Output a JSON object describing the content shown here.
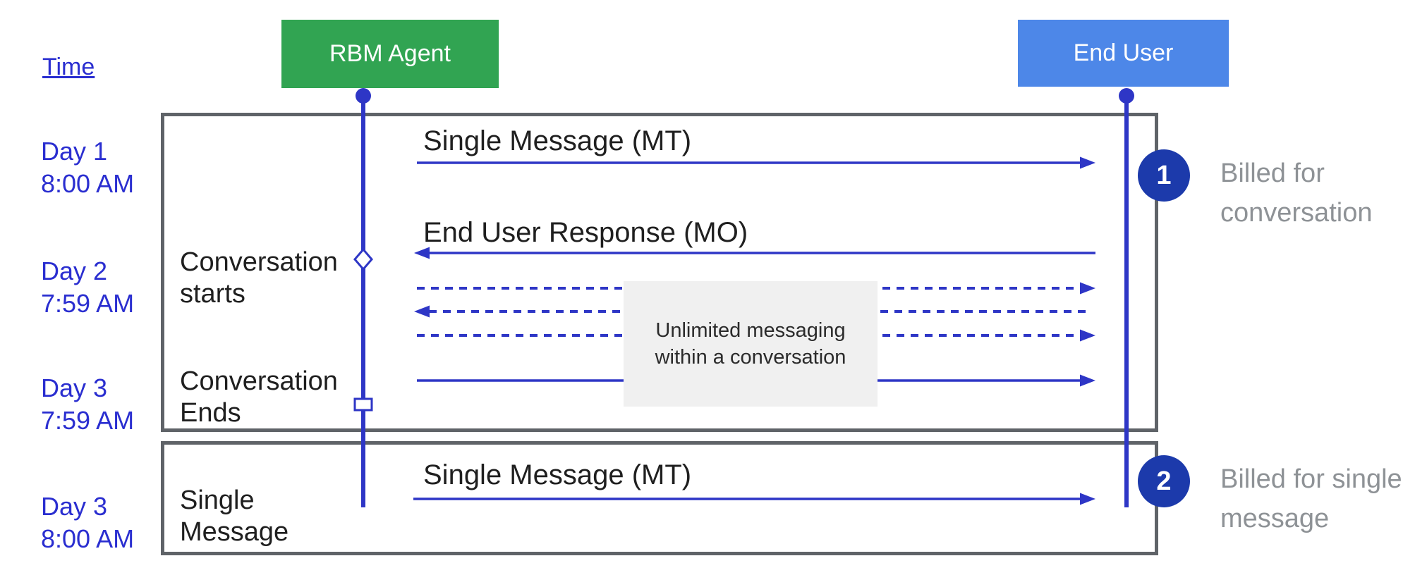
{
  "diagram": {
    "time_label": "Time",
    "actors": {
      "agent": "RBM Agent",
      "user": "End User"
    },
    "days": {
      "d1": "Day 1\n8:00 AM",
      "d2": "Day 2\n7:59 AM",
      "d3a": "Day 3\n7:59 AM",
      "d3b": "Day 3\n8:00 AM"
    },
    "labels": {
      "conv_starts": "Conversation\nstarts",
      "conv_ends": "Conversation\nEnds",
      "single_message": "Single\nMessage"
    },
    "messages": {
      "mt1": "Single Message (MT)",
      "mo": "End User Response (MO)",
      "mt2": "Single Message (MT)"
    },
    "note": "Unlimited messaging\nwithin a conversation",
    "badges": {
      "b1": {
        "num": "1",
        "text": "Billed for\nconversation"
      },
      "b2": {
        "num": "2",
        "text": "Billed for single\nmessage"
      }
    },
    "colors": {
      "agent_green": "#31a452",
      "user_blue": "#4d87e8",
      "line_blue": "#2e36c6",
      "label_blue": "#2a2ed0",
      "badge_blue": "#1c3aab",
      "frame_gray": "#5f6368",
      "note_gray_bg": "#f0f0f0",
      "billing_text_gray": "#8e9296",
      "message_text_black": "#1f1f1f"
    }
  }
}
